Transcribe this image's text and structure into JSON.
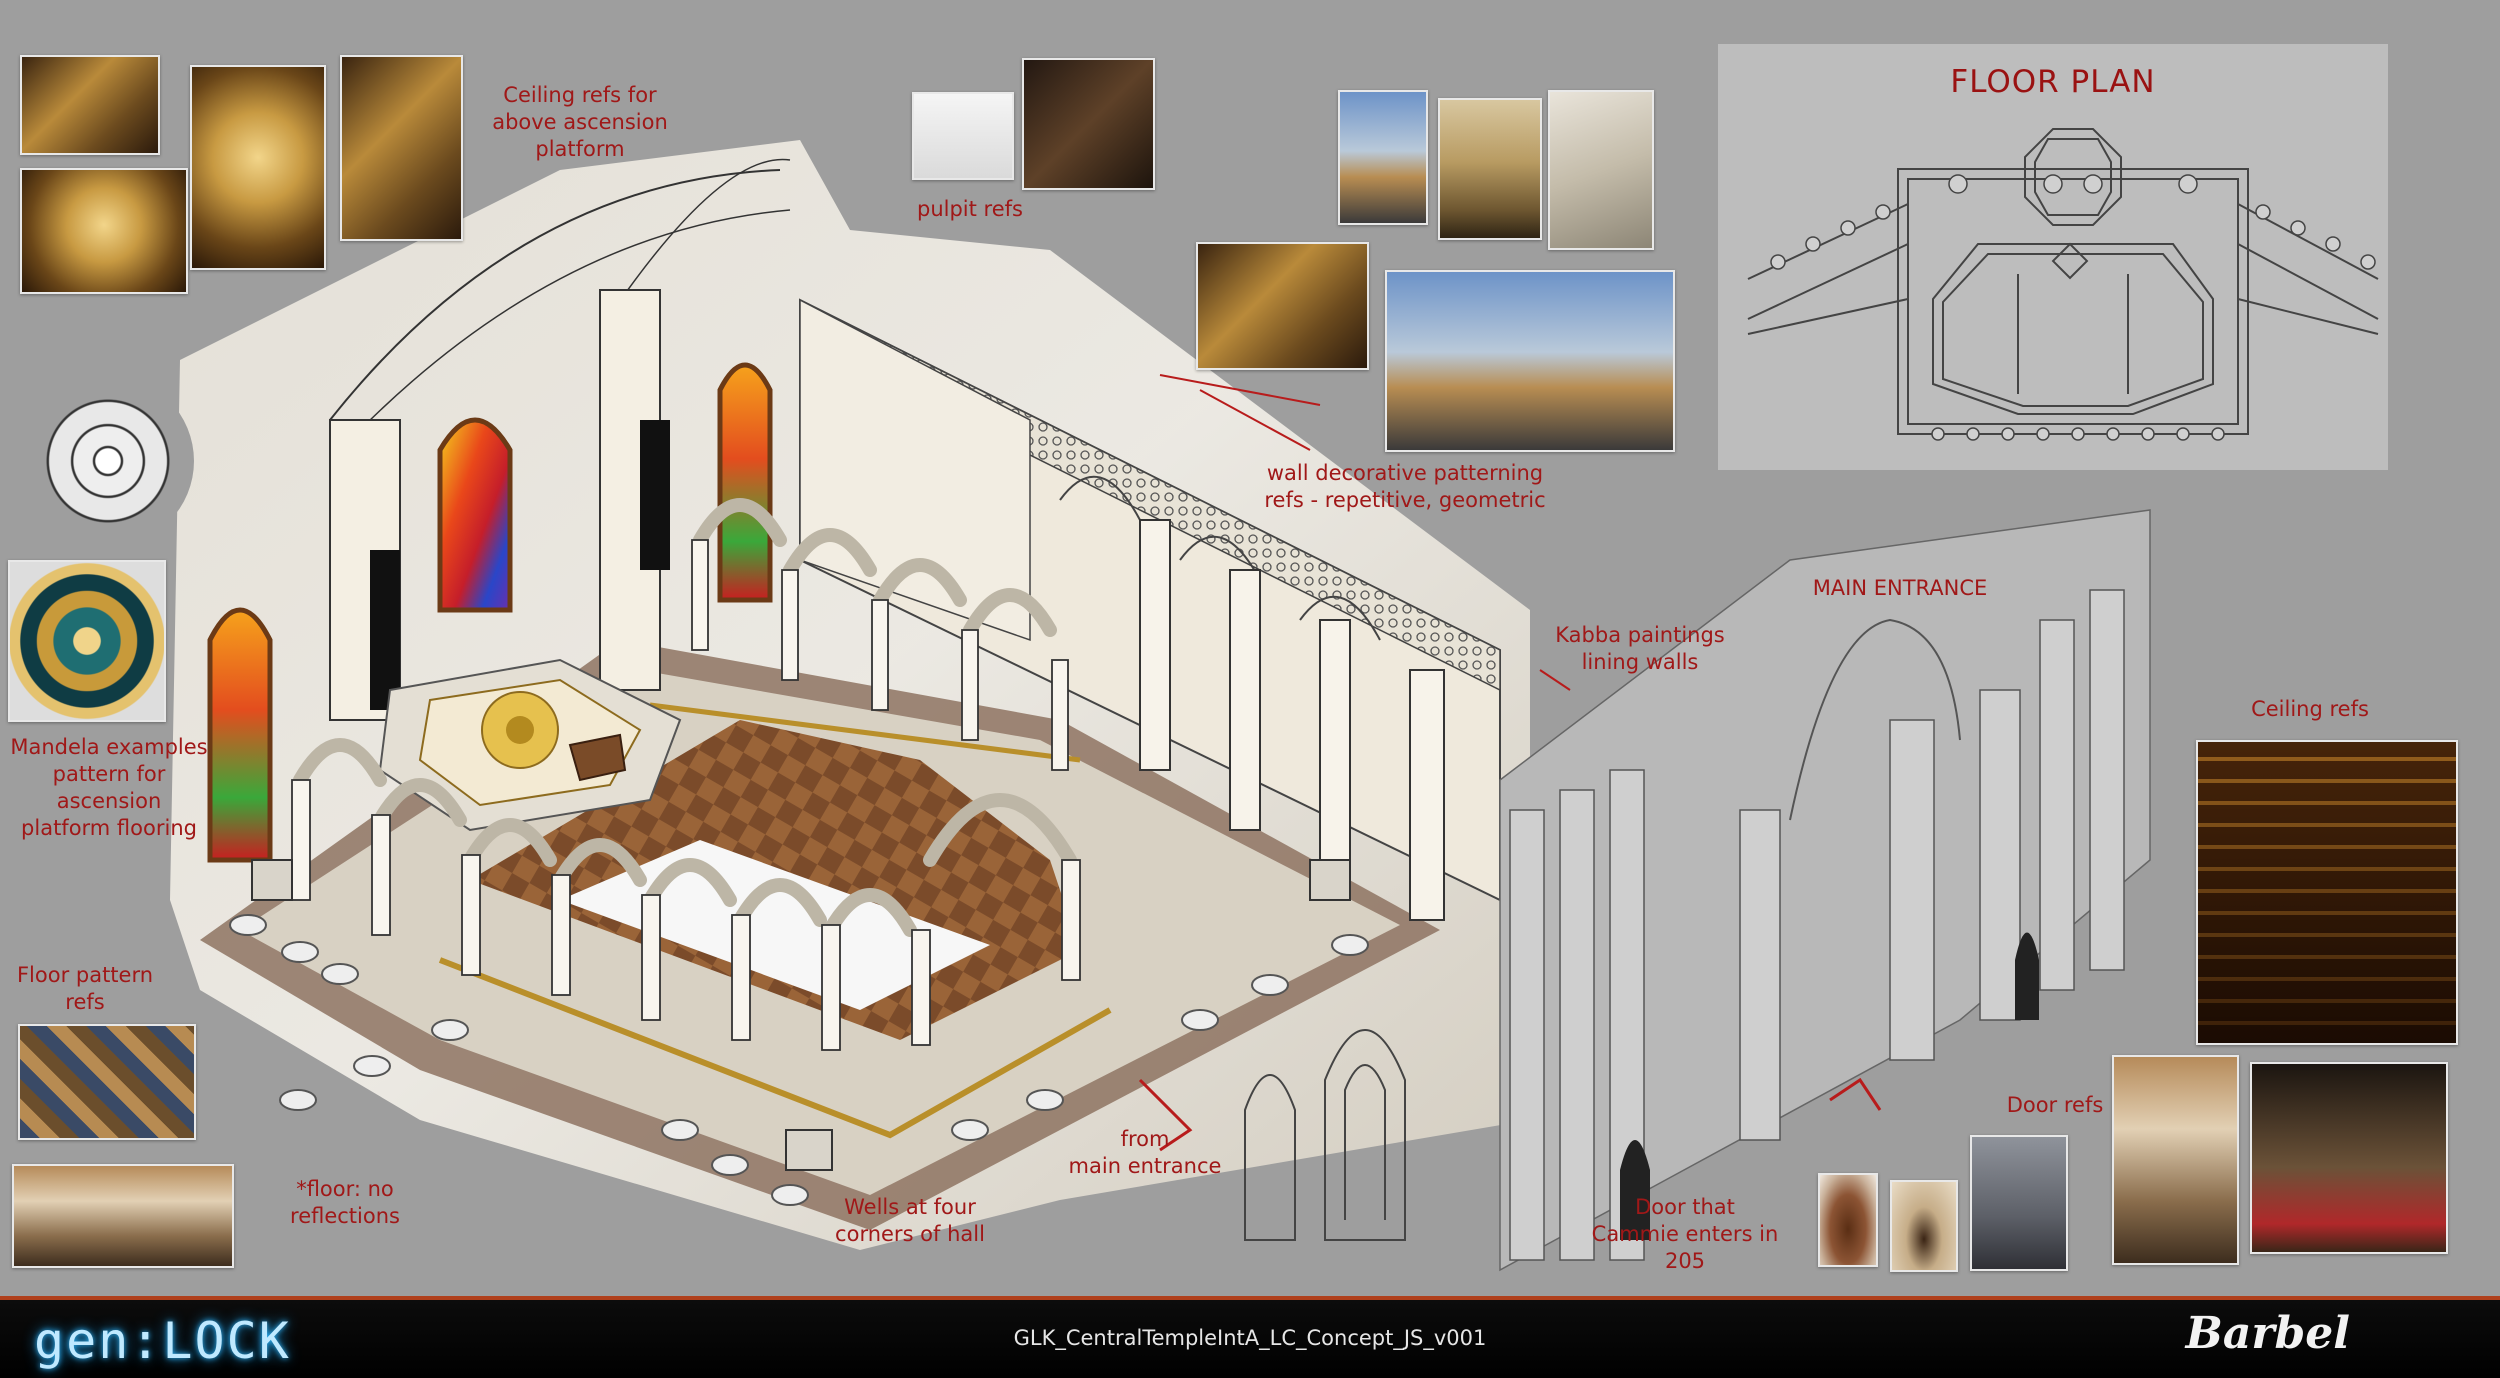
{
  "notes": {
    "ceiling_above_platform": "Ceiling refs for\nabove ascension\nplatform",
    "pulpit": "pulpit refs",
    "wall_patterning": "wall decorative patterning\nrefs - repetitive, geometric",
    "kabba": "Kabba paintings\nlining walls",
    "main_entrance": "MAIN ENTRANCE",
    "ceiling": "Ceiling refs",
    "mandela": "Mandela examples\npattern for ascension\nplatform flooring",
    "floor_pattern": "Floor pattern\nrefs",
    "floor_reflections": "*floor: no reflections",
    "wells": "Wells at four\ncorners of hall",
    "from_entrance": "from\nmain entrance",
    "door_refs": "Door refs",
    "cammie_door": "Door that\nCammie enters in\n205"
  },
  "floor_plan": {
    "title": "FLOOR PLAN"
  },
  "footer": {
    "brand": "gen:LOCK",
    "file_name": "GLK_CentralTempleIntA_LC_Concept_JS_v001",
    "studio": "Barbel"
  },
  "colors": {
    "annotation": "#a01818",
    "board": "#9e9e9e",
    "footer_rule": "#b0401c",
    "brand_glow": "#2fb8ff"
  }
}
